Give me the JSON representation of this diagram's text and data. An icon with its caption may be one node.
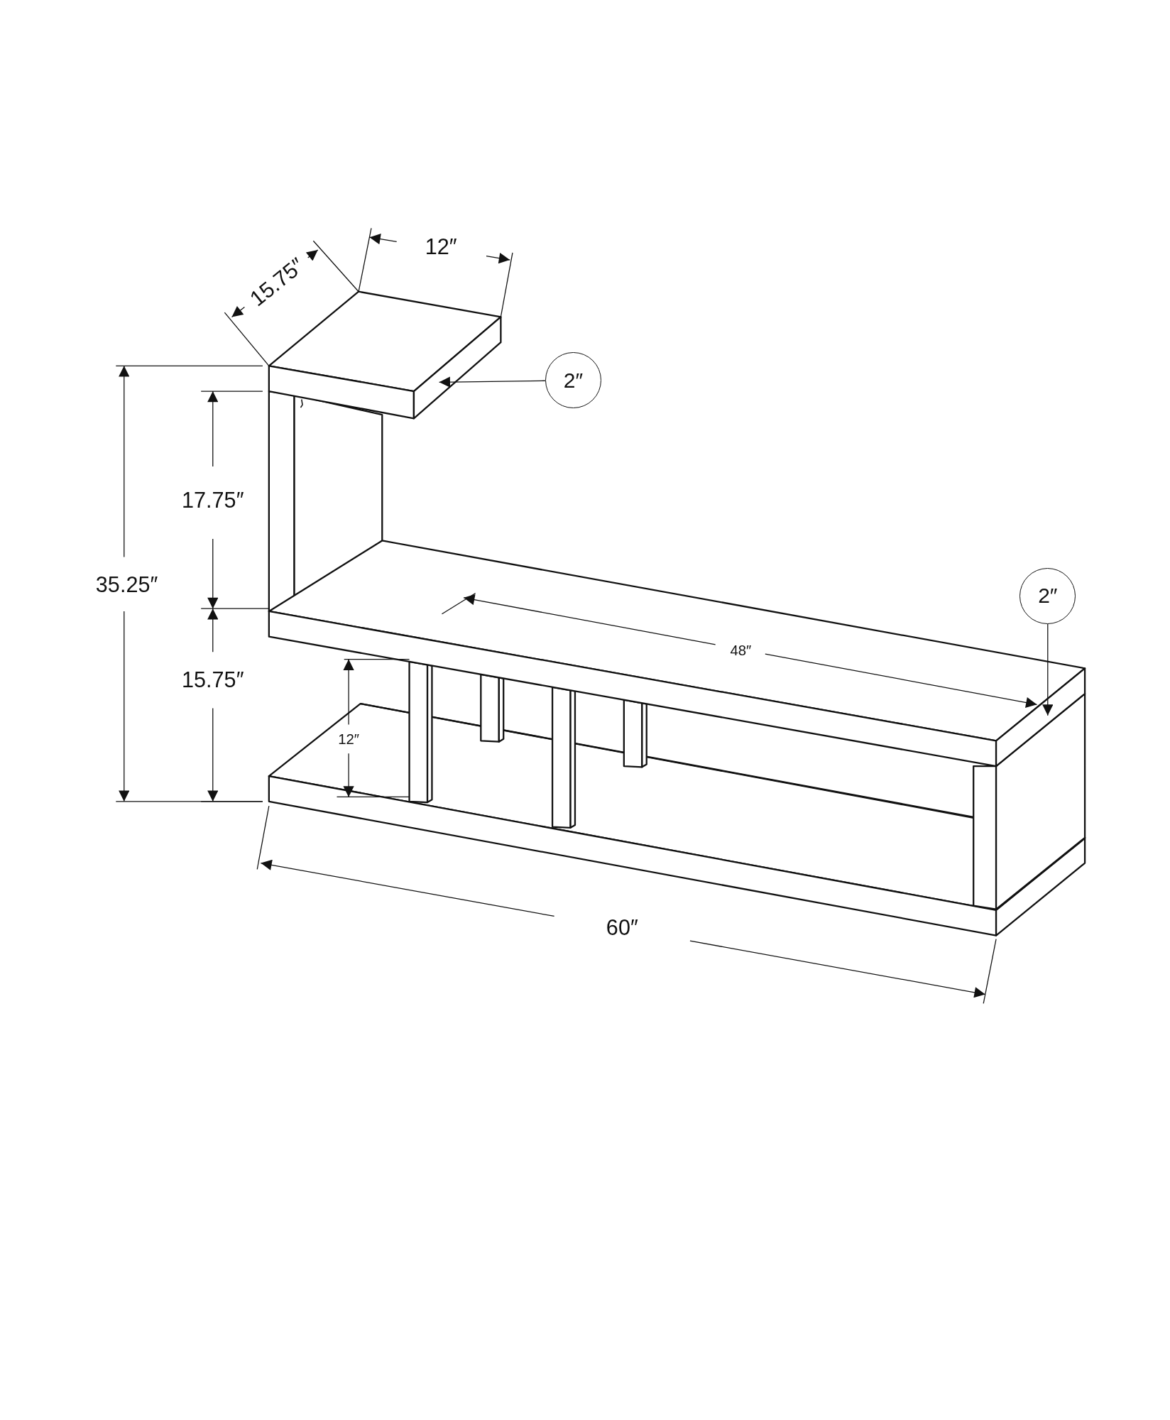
{
  "diagram": {
    "nodes": [
      {
        "text": [
          "2″"
        ]
      },
      {
        "text": [
          "2″"
        ]
      }
    ],
    "edges": [
      {
        "from": 0,
        "to": null,
        "arrow": "to"
      },
      {
        "from": 1,
        "to": null,
        "arrow": "to"
      }
    ],
    "labels": [
      "12″",
      "15.75″",
      "17.75″",
      "35.25″",
      "48″",
      "15.75″",
      "12″",
      "60″"
    ]
  }
}
